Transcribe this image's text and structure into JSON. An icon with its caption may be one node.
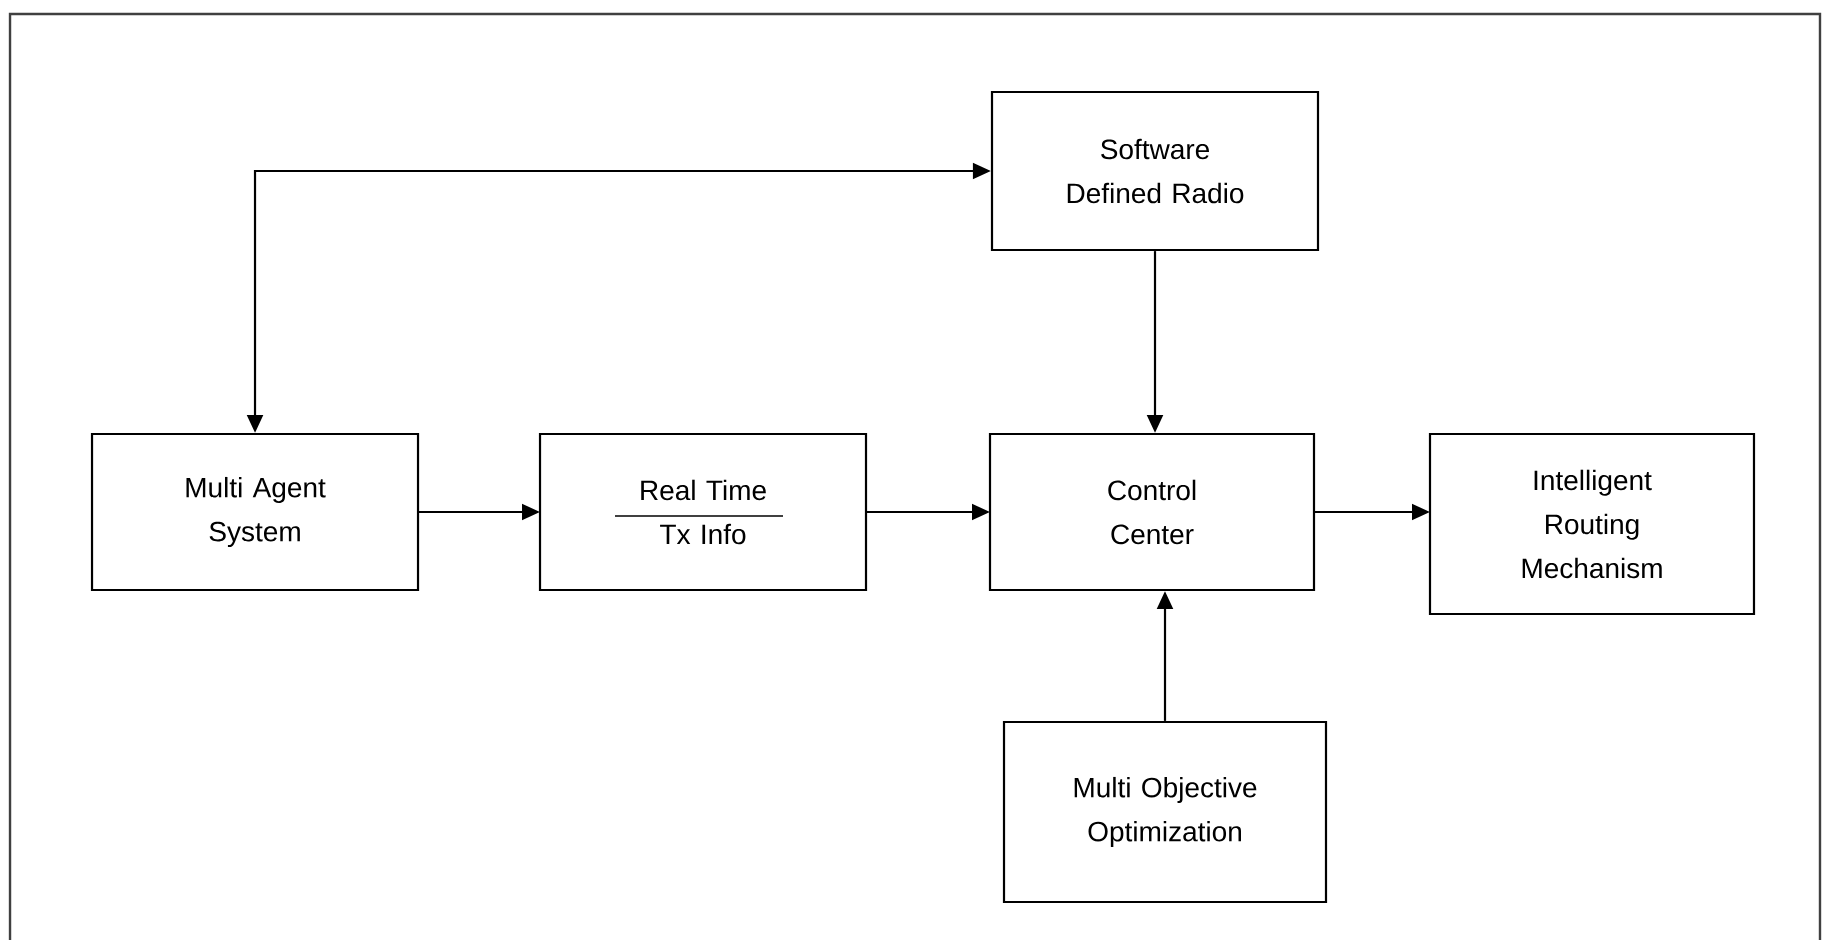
{
  "diagram": {
    "nodes": [
      {
        "text": [
          "Multi Agent System"
        ]
      },
      {
        "text": [
          "Real Time Tx Info"
        ]
      },
      {
        "text": [
          "Software Defined Radio"
        ]
      },
      {
        "text": [
          "Control Center"
        ]
      },
      {
        "text": [
          "Intelligent Routing Mechanism"
        ]
      },
      {
        "text": [
          "Multi Objective Optimization"
        ]
      }
    ],
    "edges": [
      {
        "from": 0,
        "to": 2,
        "arrow": "both"
      },
      {
        "from": 0,
        "to": 1,
        "arrow": "to"
      },
      {
        "from": 1,
        "to": 3,
        "arrow": "to"
      },
      {
        "from": 2,
        "to": 3,
        "arrow": "to"
      },
      {
        "from": 3,
        "to": 4,
        "arrow": "to"
      },
      {
        "from": 5,
        "to": 3,
        "arrow": "to"
      }
    ]
  }
}
